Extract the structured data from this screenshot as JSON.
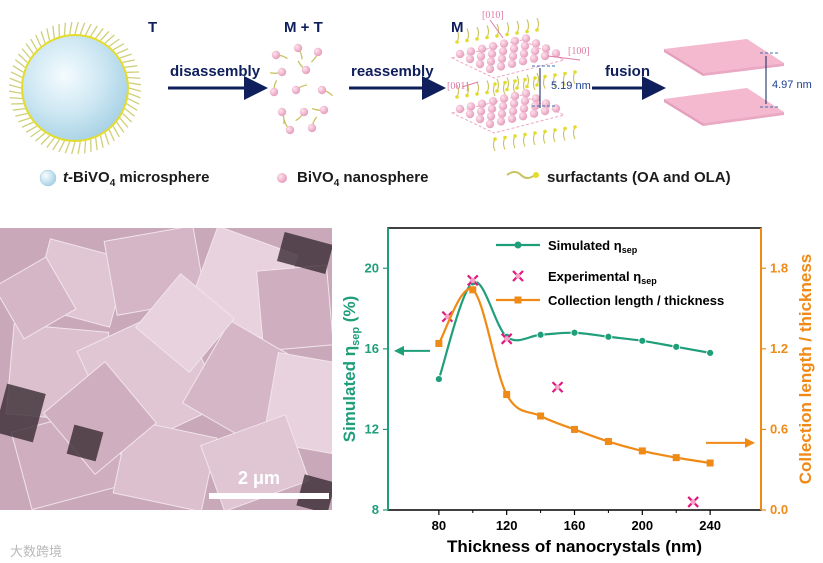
{
  "scheme": {
    "label_T": "T",
    "label_MT": "M + T",
    "label_M": "M",
    "step1": "disassembly",
    "step2": "reassembly",
    "step3": "fusion",
    "spacing_M": "5.19 nm",
    "spacing_fusion": "4.97 nm",
    "dir_010": "[010]",
    "dir_100": "[100]",
    "dir_001": "[001]",
    "legend_microsphere_prefix": "t-",
    "legend_microsphere_main": "BiVO",
    "legend_microsphere_sub": "4",
    "legend_microsphere_suffix": " microsphere",
    "legend_nanosphere_main": "BiVO",
    "legend_nanosphere_sub": "4",
    "legend_nanosphere_suffix": " nanosphere",
    "legend_surfactants": "surfactants (OA and OLA)"
  },
  "sem": {
    "scalebar_label": "2 μm"
  },
  "watermark": "大数跨境",
  "colors": {
    "green": "#1f9e7a",
    "orange": "#f08a16",
    "magenta": "#e0187e",
    "navy": "#0f1f5c",
    "pink_plate": "#f4b8cf"
  },
  "chart_data": {
    "type": "line",
    "xlabel": "Thickness of nanocrystals (nm)",
    "ylabel_left_main": "Simulated η",
    "ylabel_left_sub": "sep",
    "ylabel_left_unit": " (%)",
    "ylabel_right": "Collection length / thickness",
    "xlim": [
      50,
      270
    ],
    "ylim_left": [
      8,
      22
    ],
    "ylim_right": [
      0,
      2.1
    ],
    "xticks": [
      "80",
      "120",
      "160",
      "200",
      "240"
    ],
    "xtick_values": [
      80,
      120,
      160,
      200,
      240
    ],
    "yticks_left": [
      "8",
      "12",
      "16",
      "20"
    ],
    "ytick_values_left": [
      8,
      12,
      16,
      20
    ],
    "yticks_right": [
      "0.0",
      "0.6",
      "1.2",
      "1.8"
    ],
    "ytick_values_right": [
      0.0,
      0.6,
      1.2,
      1.8
    ],
    "legend_placement": "top-right",
    "series": [
      {
        "name": "Simulated η",
        "name_sub": "sep",
        "axis": "left",
        "style": "line-circle",
        "color": "#1f9e7a",
        "x": [
          80,
          100,
          120,
          140,
          160,
          180,
          200,
          220,
          240
        ],
        "y": [
          14.5,
          19.3,
          16.6,
          16.7,
          16.8,
          16.6,
          16.4,
          16.1,
          15.8
        ]
      },
      {
        "name": "Experimental η",
        "name_sub": "sep",
        "axis": "left",
        "style": "marker-x",
        "color": "#e0187e",
        "x": [
          85,
          100,
          120,
          150,
          230
        ],
        "y": [
          17.6,
          19.4,
          16.5,
          14.1,
          8.4
        ]
      },
      {
        "name": "Collection length / thickness",
        "axis": "right",
        "style": "line-square",
        "color": "#f08a16",
        "x": [
          80,
          100,
          120,
          140,
          160,
          180,
          200,
          220,
          240
        ],
        "y": [
          1.24,
          1.64,
          0.86,
          0.7,
          0.6,
          0.51,
          0.44,
          0.39,
          0.35
        ]
      }
    ]
  }
}
